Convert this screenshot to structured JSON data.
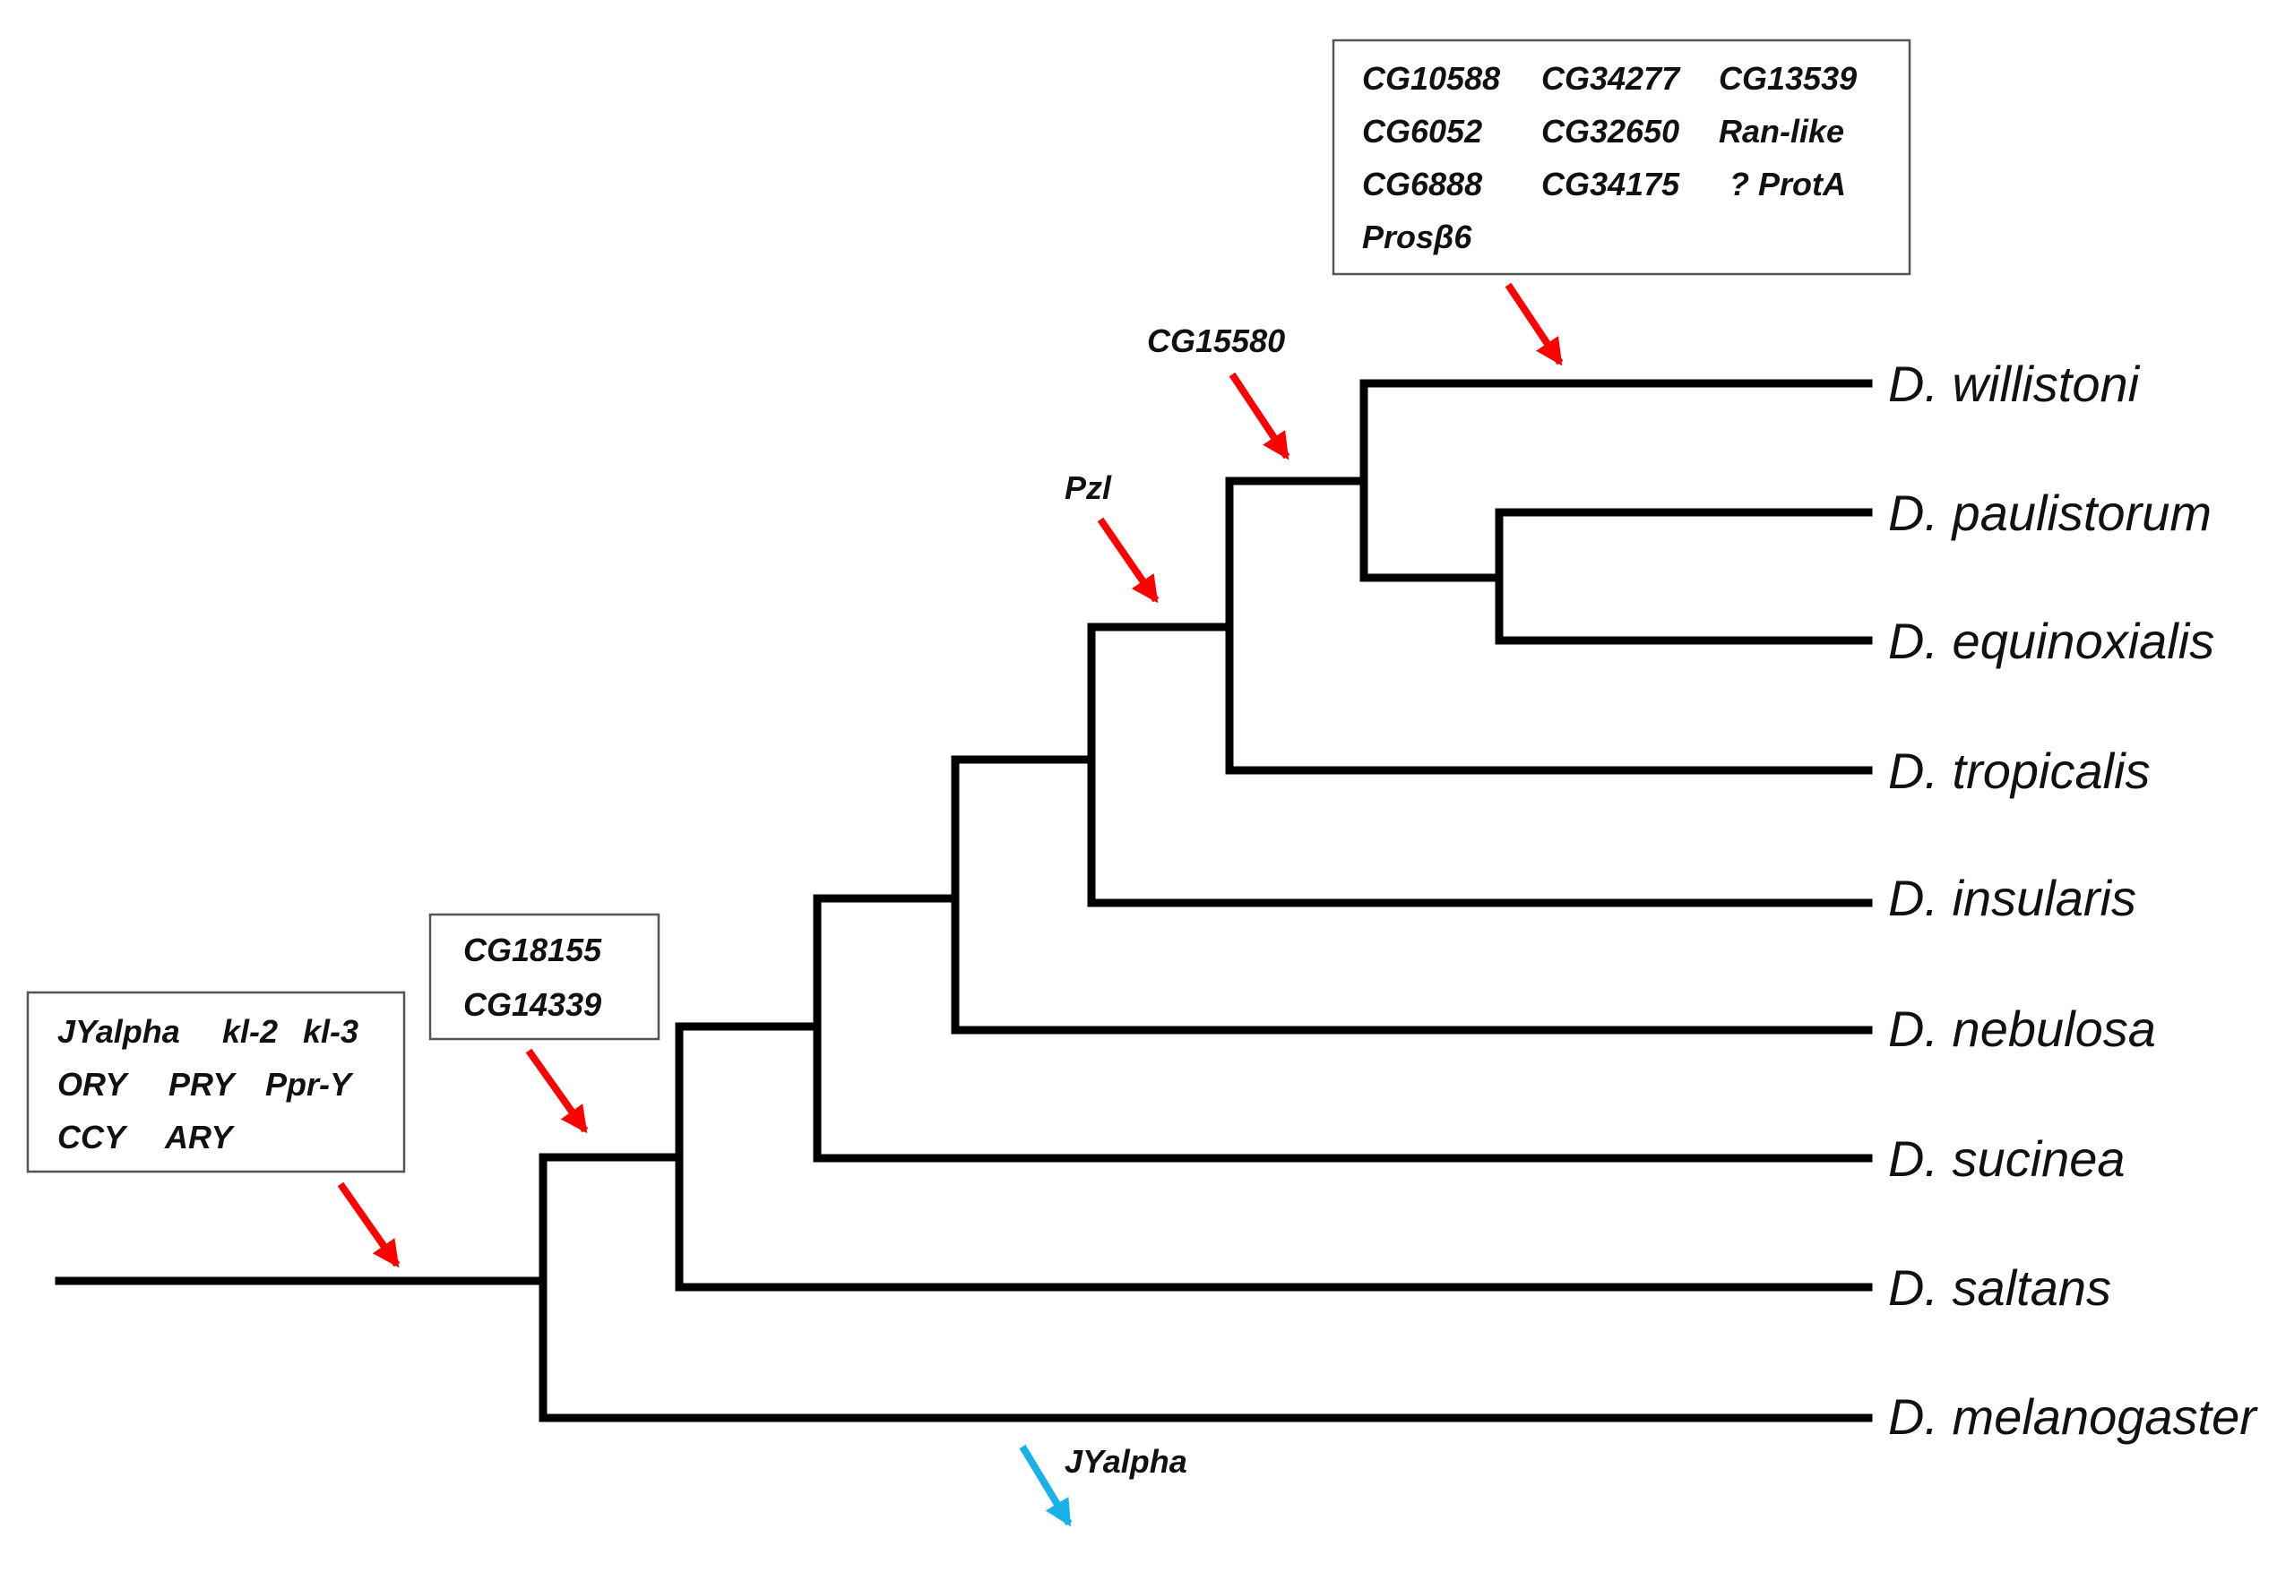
{
  "taxa": {
    "willistoni": "D. willistoni",
    "paulistorum": "D. paulistorum",
    "equinoxialis": "D. equinoxialis",
    "tropicalis": "D. tropicalis",
    "insularis": "D. insularis",
    "nebulosa": "D. nebulosa",
    "sucinea": "D. sucinea",
    "saltans": "D. saltans",
    "melanogaster": "D. melanogaster"
  },
  "annotations": {
    "root_box": {
      "row1": [
        "JYalpha",
        "kl-2",
        "kl-3"
      ],
      "row2": [
        "ORY",
        "PRY",
        "Ppr-Y"
      ],
      "row3": [
        "CCY",
        "ARY"
      ]
    },
    "saltans_clade_box": {
      "row1": [
        "CG18155"
      ],
      "row2": [
        "CG14339"
      ]
    },
    "pzl_label": "Pzl",
    "cg15580_label": "CG15580",
    "willistoni_box": {
      "row1": [
        "CG10588",
        "CG34277",
        "CG13539"
      ],
      "row2": [
        "CG6052",
        "CG32650",
        "Ran-like"
      ],
      "row3": [
        "CG6888",
        "CG34175",
        "? ProtA"
      ],
      "row4": [
        "Prosβ6"
      ]
    },
    "loss_label": "JYalpha"
  },
  "colors": {
    "gain_arrow": "#ff0000",
    "loss_arrow": "#1ab0e8",
    "branch": "#000000"
  }
}
